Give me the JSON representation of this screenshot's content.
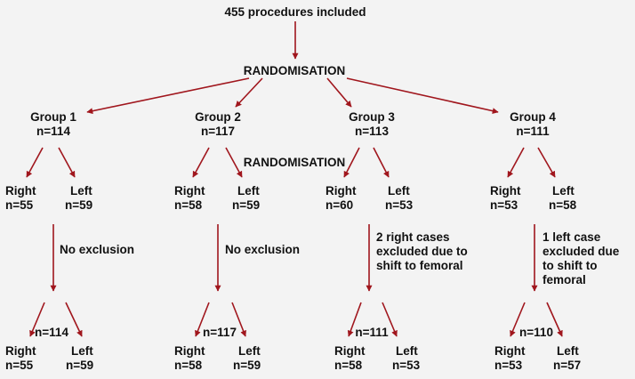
{
  "top": "455 procedures included",
  "randomisation": "RANDOMISATION",
  "colors": {
    "arrow": "#a0161d",
    "text": "#111111",
    "background": "#f3f3f3"
  },
  "groups": [
    {
      "name": "Group 1",
      "n": "n=114",
      "right": {
        "label": "Right",
        "n": "n=55"
      },
      "left": {
        "label": "Left",
        "n": "n=59"
      },
      "exclusion": "No exclusion",
      "final_n": "n=114",
      "final_right": {
        "label": "Right",
        "n": "n=55"
      },
      "final_left": {
        "label": "Left",
        "n": "n=59"
      }
    },
    {
      "name": "Group 2",
      "n": "n=117",
      "right": {
        "label": "Right",
        "n": "n=58"
      },
      "left": {
        "label": "Left",
        "n": "n=59"
      },
      "exclusion": "No exclusion",
      "final_n": "n=117",
      "final_right": {
        "label": "Right",
        "n": "n=58"
      },
      "final_left": {
        "label": "Left",
        "n": "n=59"
      }
    },
    {
      "name": "Group 3",
      "n": "n=113",
      "right": {
        "label": "Right",
        "n": "n=60"
      },
      "left": {
        "label": "Left",
        "n": "n=53"
      },
      "exclusion": "2 right cases excluded due to shift to femoral",
      "final_n": "n=111",
      "final_right": {
        "label": "Right",
        "n": "n=58"
      },
      "final_left": {
        "label": "Left",
        "n": "n=53"
      }
    },
    {
      "name": "Group 4",
      "n": "n=111",
      "right": {
        "label": "Right",
        "n": "n=53"
      },
      "left": {
        "label": "Left",
        "n": "n=58"
      },
      "exclusion": "1 left case excluded due to shift to femoral",
      "final_n": "n=110",
      "final_right": {
        "label": "Right",
        "n": "n=53"
      },
      "final_left": {
        "label": "Left",
        "n": "n=57"
      }
    }
  ]
}
